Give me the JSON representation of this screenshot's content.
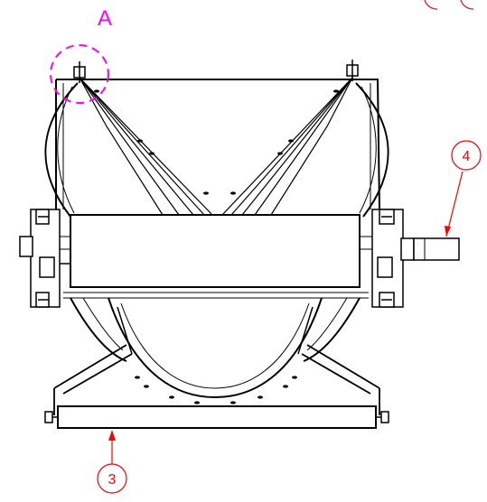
{
  "detail_callout": {
    "label": "A",
    "color": "#ff00ff"
  },
  "balloons": [
    {
      "id": "balloon-3",
      "label": "3"
    },
    {
      "id": "balloon-4",
      "label": "4"
    }
  ],
  "colors": {
    "line": "#000000",
    "callout": "#ff00ff",
    "balloon": "#ff0000"
  }
}
